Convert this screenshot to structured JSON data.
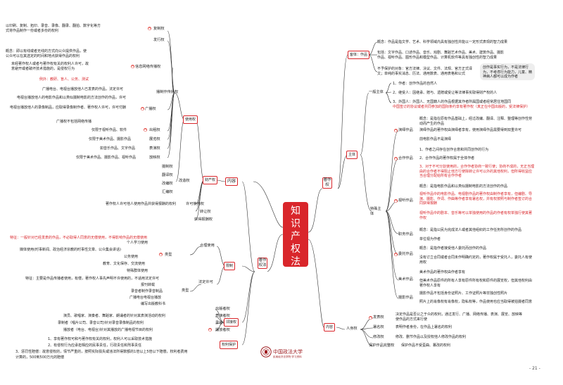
{
  "center": {
    "title_chars": [
      "知",
      "识",
      "产",
      "权",
      "法"
    ]
  },
  "left": {
    "zhuzuoquan_fa": "著作权法",
    "neirong": "内容",
    "caichanquan": "财产权",
    "fuzhiquan_desc": [
      "以印刷、复制、拓印、录音、录像、翻录、翻拍、数字化等方",
      "式将作品制作一份或者多份的权利"
    ],
    "fuzhiquan": "复制权",
    "faxingquan": "发行权",
    "xinxi_desc1": [
      "概念：即以有线或者无线的方式向公众提供作品，使",
      "公众可以在其选定的时间和地点获得作品的权利"
    ],
    "xinxi_desc2": [
      "未经著作权人或者与著作权有关的权利人许可，故",
      "意避开或者破坏技术措施的，是侵权行为"
    ],
    "xinxi_desc3": "例外：教研、盲人、公务、测试",
    "xinxiquan": "信息网络传播权",
    "guangbo_desc": [
      "广播电台、电视台播放他人已发表的作品，法定许可",
      "电视台播放他人的电影作品和以类似摄制电影的方法创作的作品，许可",
      "电视台播放他人的录像制品，应取得录像制作者、著作权人许可，许可付酬",
      "广播权不包括网络传播"
    ],
    "guangboquan": "广播权",
    "bozhiquan": "播制作传播权",
    "chuzuquan_desc": "仅限于视听作品、软件",
    "chuzuquan": "出租权",
    "zhanlanquan_desc": "仅限于美术作品、摄影作品",
    "zhanlanquan": "展览权",
    "biaoyanquan_desc": "如音乐作品、文字作品",
    "biaoyanquan": "表演权",
    "fangyingquan_desc": "仅限于美术作品、摄影作品、视听作品",
    "fangyingquan": "放映权",
    "shiyongquan": "使用权",
    "gaibian": "改编权",
    "fanyi": "翻译权",
    "gaibianquan_group": [
      "摄制权",
      "翻译权",
      "改编权",
      "汇编权"
    ],
    "gaibianzu": "改造权",
    "xukequan_desc": "著作权人许可他人使用作品并获得报酬的权利",
    "xukequan": "许可使用权",
    "zhuanrangquan": "转让权",
    "huobaochou": "获得报酬权",
    "tezheng": "特征：一般针对已经发表的作品，不必取得人同意的无偿使用，不得影响作品的无偿使用",
    "heliquan_list": [
      "个人学习使用",
      "媒体使用(时事新闻、政治经济宗教的时事性文章、公众集会讲话)",
      "公务使用",
      "教育、文化保存、交流使用",
      "特殊群体使用"
    ],
    "heli": "合理使用",
    "leixing": "类型",
    "xianzhi": "限制",
    "fading_desc": "特征：主要是作品传播者使用，有偿，著作权人事先声明不许使用的，不适用法定许可",
    "fading_list": [
      "报刊转载",
      "录音者制作录音制品",
      "广播电台电视台播放",
      "编写出版教科书"
    ],
    "fading": "法定许可",
    "zhuzuoquan_linjie": "著作权",
    "linjin_items": [
      "出版者权",
      "表演者权",
      "录音录像者权",
      "播放者权"
    ],
    "linjin_desc": [
      "演员、歌唱家、演奏者、舞蹈家、朗诵者的针对其表演活动的权利",
      "录制者（唱片公司、录音公司)针对录音录像制品的权利",
      "播放者（电台、电视台)针对其播放的广播电视节目的权利"
    ],
    "linjinquan": "邻接权",
    "baohu_list": [
      "1、享有著作权可和与著作权有关的权利，权利人可以采取技术措施",
      "2、有侵权行为应承担相应的民事责任，行政责任和刑事责任",
      "3、惩罚性赔偿：故意侵权的，情节严重的，按照实际损失或违法所得数额的1倍以上5倍以下赔偿，权利者费用",
      "计算的，500到500万元的赔偿"
    ],
    "baohu": "权利保护"
  },
  "right": {
    "zhuzuoquan": "著作权",
    "keti": "客体：作品",
    "keti_desc": [
      "概念：作品是指文学、艺术、科学领域内具有独创性并能以一定形式表现的智力成果",
      "包括：文字作品、口述作品、音乐、戏剧、舞蹈艺术作品、美术、建筑作品、摄影",
      "作品、视听作品、图形作品和模型作品、计算机软件等具有独创性的智力成果",
      "不予保护的对象：官方法律、决议、文件、法规、官方正式译文；单纯的事实消息、历法、通用数表、通用表格和公式"
    ],
    "note": "创作是事实行为，不是法律行为，不考虑行为能力，儿童、精神病人都可以成为作者",
    "yiban": "一般主体",
    "yiban_list": [
      "1、作者：创作作品的自然人",
      "2、继受人：因继承、赠与、遗赠或受让等法律事实取得财产权的人",
      "3、外国人：外国人、无国籍人的作品根据其作者所属国或者经常居住地国同",
      "中国签订的协议或者共同参加的国际条约享有著作权（真正在中国出版的，受法律保护）"
    ],
    "zhuti": "主体",
    "teshu": "特殊主体",
    "yanyi": "演绎作品",
    "yanyi_desc": [
      "概念：是指在原有作品基础上，经过改编、翻译、注释、整理等创作性劳动而产生的作品",
      "演绎作品的著作权由演绎者享有，使用演绎作品需要得到双重许可",
      "前电影作品不是演绎"
    ],
    "heli_zuopin": "合作作品",
    "hezuo_list": [
      "1、作者之间存在创作合意和共同创作的行为",
      "2、合作作品的著作权属于全体作者",
      "3、对于不可分割使用的，合作作者协商一致行使；协商不成的，无正当理由的合作者不得阻止他方行使除转让许可以外的其他权利，但所得收益应当合理分配给所有合作作者"
    ],
    "shiting": "视听作品",
    "shiting_desc": [
      "概念：是指电影作品和以类似摄制电影的方法创作的作品",
      "视听作品中的电影作品、电视剧作品的著作权由制作者享有，但编剧、导演、摄影、作词、作曲等作者享有署名权，并有权按照与制作者签订的合同获得报酬",
      "视听作品中的剧本、音乐等可以单独使用的作品的作者有权单独行使其著作权"
    ],
    "zhiwu": "职务作品",
    "zhiwu_desc": [
      "概念：是指公民为完成法人或者其他组织的工作任务所创作的作品",
      "单位视为作者"
    ],
    "weituo": "委托作品",
    "weituo_desc": [
      "概念：是指作者接受他人委托而创作的作品",
      "没有订立合同或者合同未作明确约定的，著作权属于受托人，委托人有使用权"
    ],
    "meishu": "美术作品",
    "meishu_desc": [
      "美术作品的著作权由作者享有",
      "但美术作品原件的所有人享有原件所有权和原件的展览权，但其他权利由著作权人享有"
    ],
    "sheying": "摄影作品",
    "sheying_desc": [
      "摄影作品不包括身份证照片、工作证照片等非独创性照片",
      "照片上的肖像权有肖像权，隐私权等，作品使用也应当取得被拍摄者同意"
    ],
    "renshen": "人身权",
    "neirong": "内容",
    "fabiao": "发表权",
    "fabiao_desc": [
      "决定作品是否公之于众的权利，通过发行、广播、网络传播、表演、展览、放映等使作品的方式来行使"
    ],
    "shuming": "署名权",
    "shuming_desc": "表明作者身份，在作品上署名的权利",
    "xiugai": "修改权",
    "xiugai_desc": "修改、删节作品以及授权他人修改作品的权利",
    "baohu": "保护作品完整权",
    "baohu_desc": "保护作品不受歪曲、篡改的权利"
  },
  "footer": {
    "school": "中国政法大学",
    "school_sub": "民商经济法学院·学习资料",
    "page": "- 21 -"
  },
  "colors": {
    "accent": "#d9262b",
    "dot": "#e5554f"
  }
}
